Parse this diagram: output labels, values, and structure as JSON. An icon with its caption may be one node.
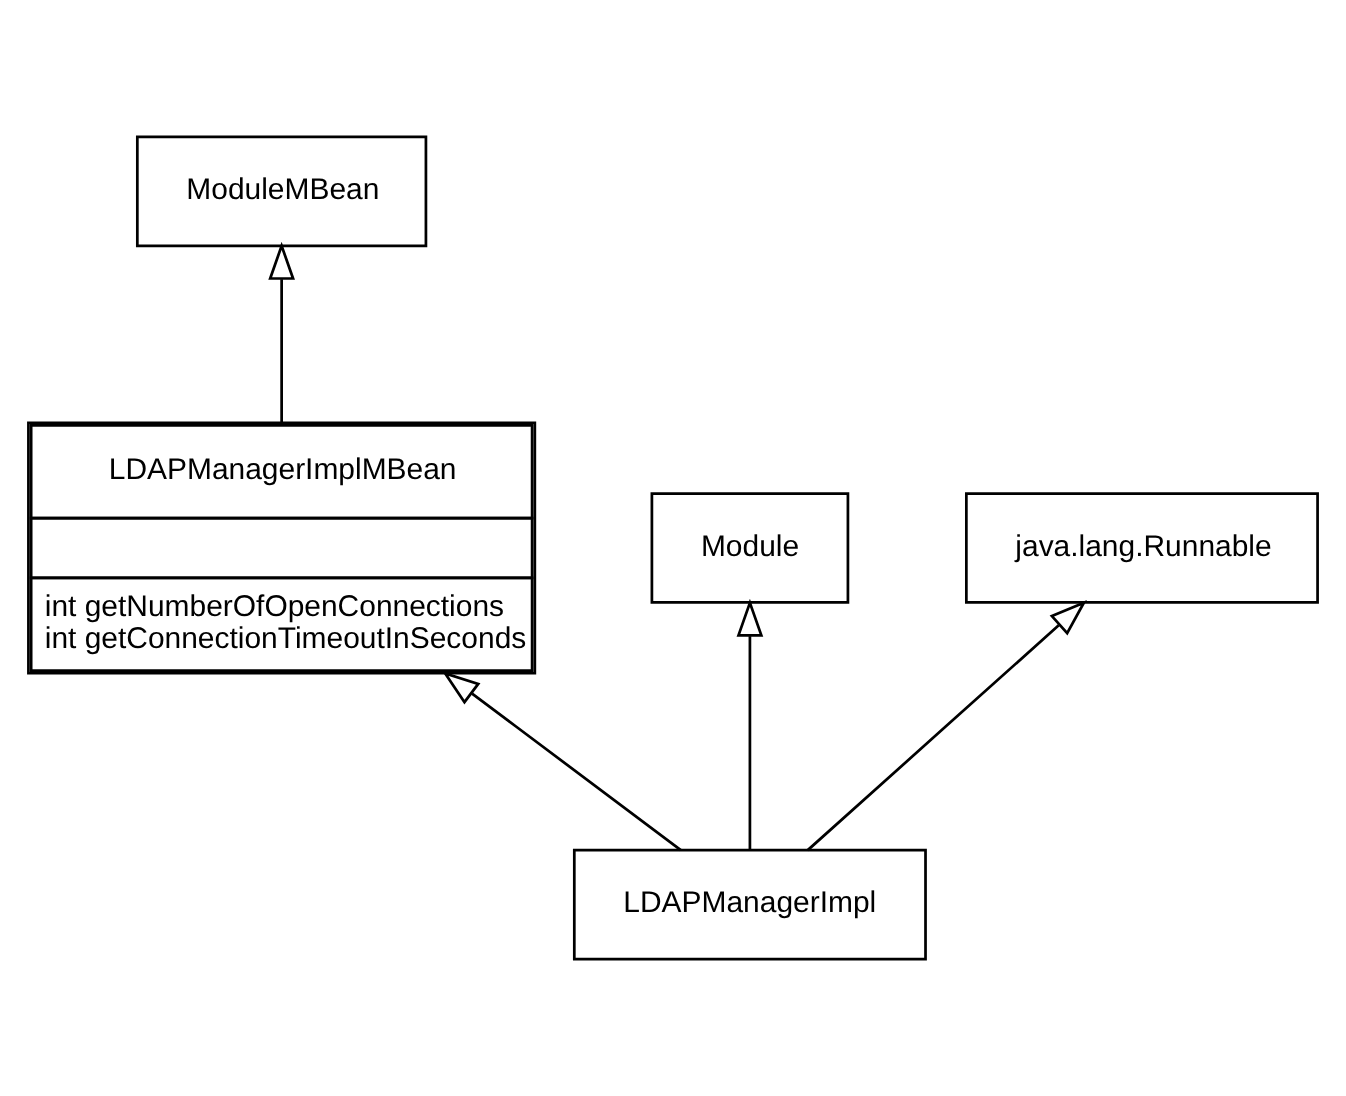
{
  "diagram": {
    "nodes": [
      {
        "text": [
          "ModuleMBean"
        ]
      },
      {
        "text": [
          "LDAPManagerImplMBean",
          "int getNumberOfOpenConnections",
          "int getConnectionTimeoutInSeconds"
        ]
      },
      {
        "text": [
          "Module"
        ]
      },
      {
        "text": [
          "java.lang.Runnable"
        ]
      },
      {
        "text": [
          "LDAPManagerImpl"
        ]
      }
    ],
    "edges": [
      {
        "from": 1,
        "to": 0,
        "arrow": "to"
      },
      {
        "from": 4,
        "to": 1,
        "arrow": "to"
      },
      {
        "from": 4,
        "to": 2,
        "arrow": "to"
      },
      {
        "from": 4,
        "to": 3,
        "arrow": "to"
      }
    ]
  }
}
